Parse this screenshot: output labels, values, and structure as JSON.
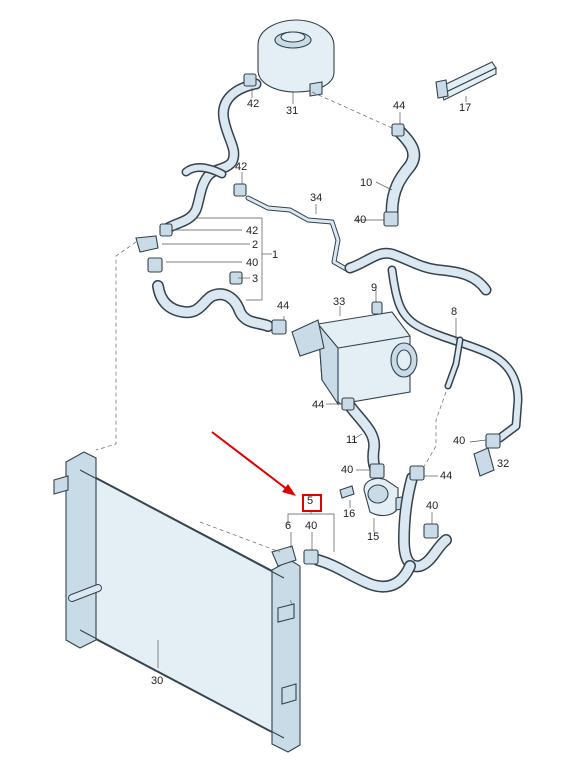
{
  "diagram": {
    "labels": {
      "p31": "31",
      "p42a": "42",
      "p44a": "44",
      "p17": "17",
      "p42b": "42",
      "p34": "34",
      "p10": "10",
      "p40a": "40",
      "p42c": "42",
      "p2": "2",
      "p1": "1",
      "p40b": "40",
      "p3": "3",
      "p9": "9",
      "p8": "8",
      "p44b": "44",
      "p33": "33",
      "p44c": "44",
      "p11": "11",
      "p40c": "40",
      "p32": "32",
      "p40d": "40",
      "p44d": "44",
      "p16": "16",
      "p15": "15",
      "p5": "5",
      "p6": "6",
      "p40e": "40",
      "p40f": "40",
      "p30": "30"
    },
    "highlight_part": "5",
    "arrow_color": "#e00000",
    "line_color": "#33424d",
    "part_fill": "#e3eef5"
  }
}
